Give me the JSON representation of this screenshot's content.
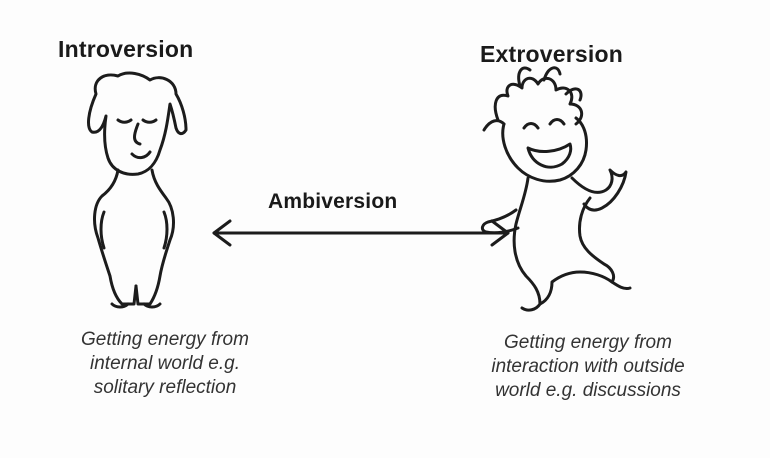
{
  "left": {
    "title": "Introversion",
    "caption_lines": [
      "Getting energy from",
      "internal world e.g.",
      "solitary reflection"
    ]
  },
  "right": {
    "title": "Extroversion",
    "caption_lines": [
      "Getting energy from",
      "interaction with outside",
      "world e.g. discussions"
    ]
  },
  "middle": {
    "label": "Ambiversion"
  }
}
